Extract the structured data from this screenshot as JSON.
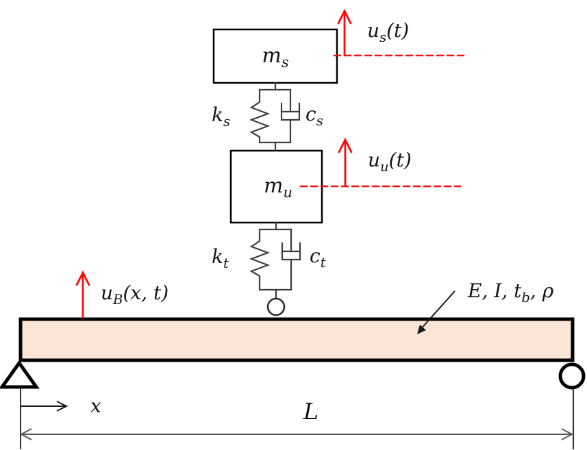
{
  "labels": {
    "sprung_mass": {
      "main": "m",
      "sub": "s"
    },
    "unsprung_mass": {
      "main": "m",
      "sub": "u"
    },
    "suspension_stiffness": {
      "main": "k",
      "sub": "s"
    },
    "suspension_damping": {
      "main": "c",
      "sub": "s"
    },
    "tire_stiffness": {
      "main": "k",
      "sub": "t"
    },
    "tire_damping": {
      "main": "c",
      "sub": "t"
    },
    "sprung_displacement": {
      "main": "u",
      "sub": "s",
      "rest": "(t)"
    },
    "unsprung_displacement": {
      "main": "u",
      "sub": "u",
      "rest": "(t)"
    },
    "beam_displacement": {
      "main": "u",
      "sub": "B",
      "rest": "(x, t)"
    },
    "beam_properties": {
      "main": "E, I, t",
      "sub": "b",
      "rest": ", ρ"
    },
    "x_axis": "x",
    "span_length": "L"
  },
  "colors": {
    "arrow_red": "#fb0b0b",
    "beam_fill": "#fbe5d6",
    "dimension_gray": "#595959",
    "line_dark": "#3d3d3d"
  }
}
